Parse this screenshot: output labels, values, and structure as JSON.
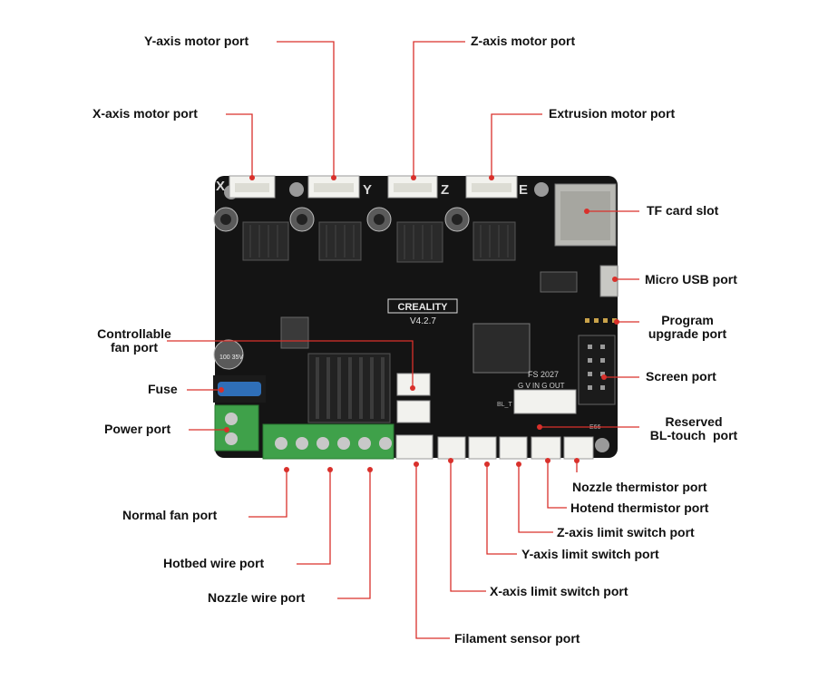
{
  "colors": {
    "leader": "#d9302b",
    "board": "#141414",
    "connector": "#f2f2ee",
    "terminal": "#3fa14a",
    "heatsink": "#1e1e1e"
  },
  "board": {
    "axis_marks": [
      "X",
      "Y",
      "Z",
      "E"
    ],
    "brand": "CREALITY",
    "version": "V4.2.7",
    "chip_mark": "FS 2027",
    "bl_touch_pins": "G V IN G OUT",
    "cap_text": "100 35V",
    "side_marks": [
      "BL_T",
      "E66"
    ]
  },
  "labels": {
    "y_motor": "Y-axis motor port",
    "z_motor": "Z-axis motor port",
    "x_motor": "X-axis motor port",
    "extrusion_motor": "Extrusion motor port",
    "tf_card": "TF card slot",
    "micro_usb": "Micro USB port",
    "program_upgrade_1": "Program",
    "program_upgrade_2": "upgrade port",
    "controllable_fan_1": "Controllable",
    "controllable_fan_2": "fan port",
    "screen": "Screen port",
    "fuse": "Fuse",
    "reserved_bl_1": "Reserved",
    "reserved_bl_2": "BL-touch  port",
    "power": "Power port",
    "nozzle_thermistor": "Nozzle thermistor port",
    "hotend_thermistor": "Hotend thermistor port",
    "normal_fan": "Normal fan port",
    "z_limit": "Z-axis limit switch port",
    "y_limit": "Y-axis limit switch port",
    "hotbed_wire": "Hotbed wire port",
    "x_limit": "X-axis limit switch port",
    "nozzle_wire": "Nozzle wire port",
    "filament_sensor": "Filament sensor port"
  }
}
